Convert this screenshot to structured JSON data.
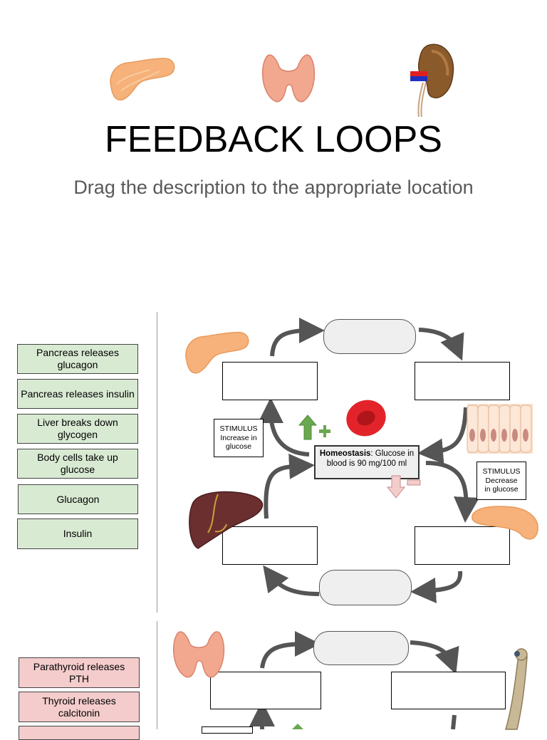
{
  "header": {
    "title": "FEEDBACK LOOPS",
    "subtitle": "Drag the description to the appropriate location",
    "icons": [
      "pancreas-icon",
      "thyroid-icon",
      "kidney-icon"
    ]
  },
  "loop1": {
    "cards": [
      "Pancreas releases glucagon",
      "Pancreas releases insulin",
      "Liver breaks down glycogen",
      "Body cells take up glucose",
      "Glucagon",
      "Insulin"
    ],
    "stimulus_left": [
      "STIMULUS",
      "Increase in",
      "glucose"
    ],
    "stimulus_right": [
      "STIMULUS",
      "Decrease",
      "in glucose"
    ],
    "homeostasis_bold": "Homeostasis",
    "homeostasis_text": ":  Glucose in blood is 90 mg/100 ml",
    "card_color": "#d9ead3"
  },
  "loop2": {
    "cards": [
      "Parathyroid releases PTH",
      "Thyroid releases calcitonin"
    ],
    "card_color": "#f4cccc"
  }
}
